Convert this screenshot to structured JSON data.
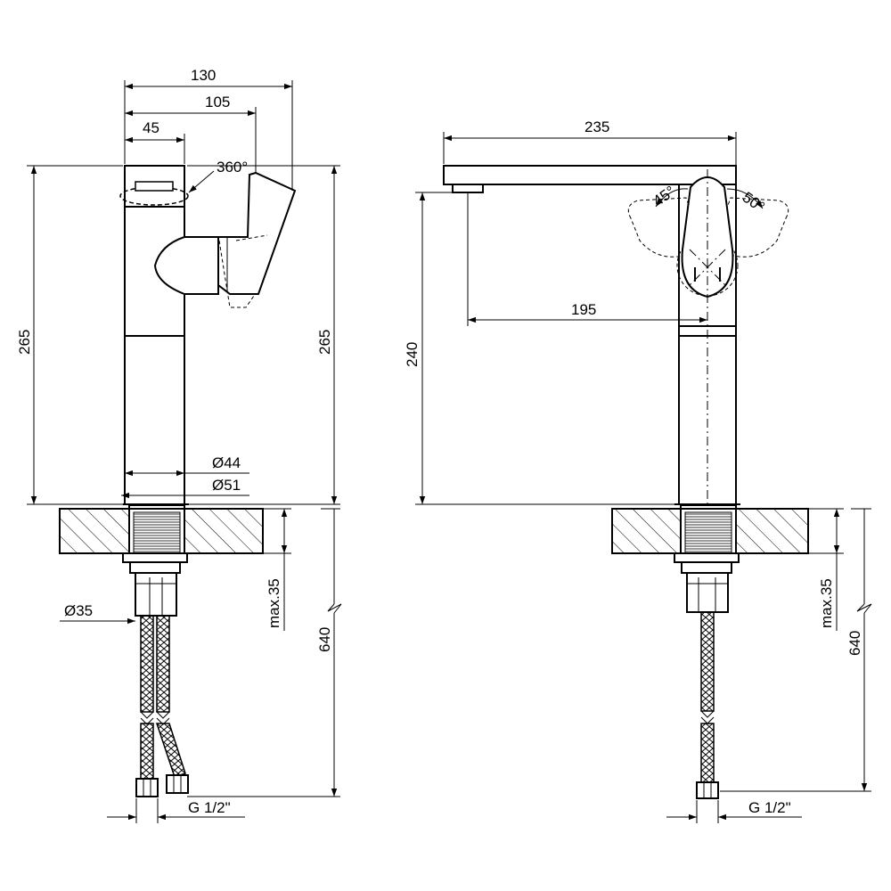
{
  "dimensions": {
    "side": {
      "overall_depth": "130",
      "handle_reach": "105",
      "spout_offset": "45",
      "rotation": "360°",
      "height_left": "265",
      "height_right": "265",
      "body_diameter": "Ø44",
      "base_diameter": "Ø51",
      "shank_diameter": "Ø35",
      "max_thickness": "max.35",
      "hose_length": "640",
      "thread": "G 1/2\""
    },
    "front": {
      "spout_length": "235",
      "spout_reach": "195",
      "spout_height": "240",
      "lever_angle_left": "45°",
      "lever_angle_right": "50°",
      "max_thickness": "max.35",
      "hose_length": "640",
      "thread": "G 1/2\""
    }
  }
}
